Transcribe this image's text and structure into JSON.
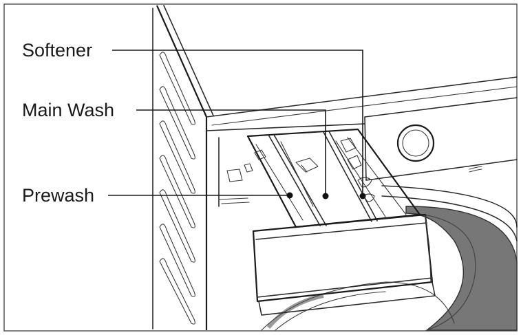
{
  "labels": {
    "softener": "Softener",
    "main_wash": "Main Wash",
    "prewash": "Prewash"
  },
  "colors": {
    "line": "#2b2b2b",
    "text": "#1a1a1a",
    "background": "#ffffff",
    "tire": "#6e6e6e"
  }
}
